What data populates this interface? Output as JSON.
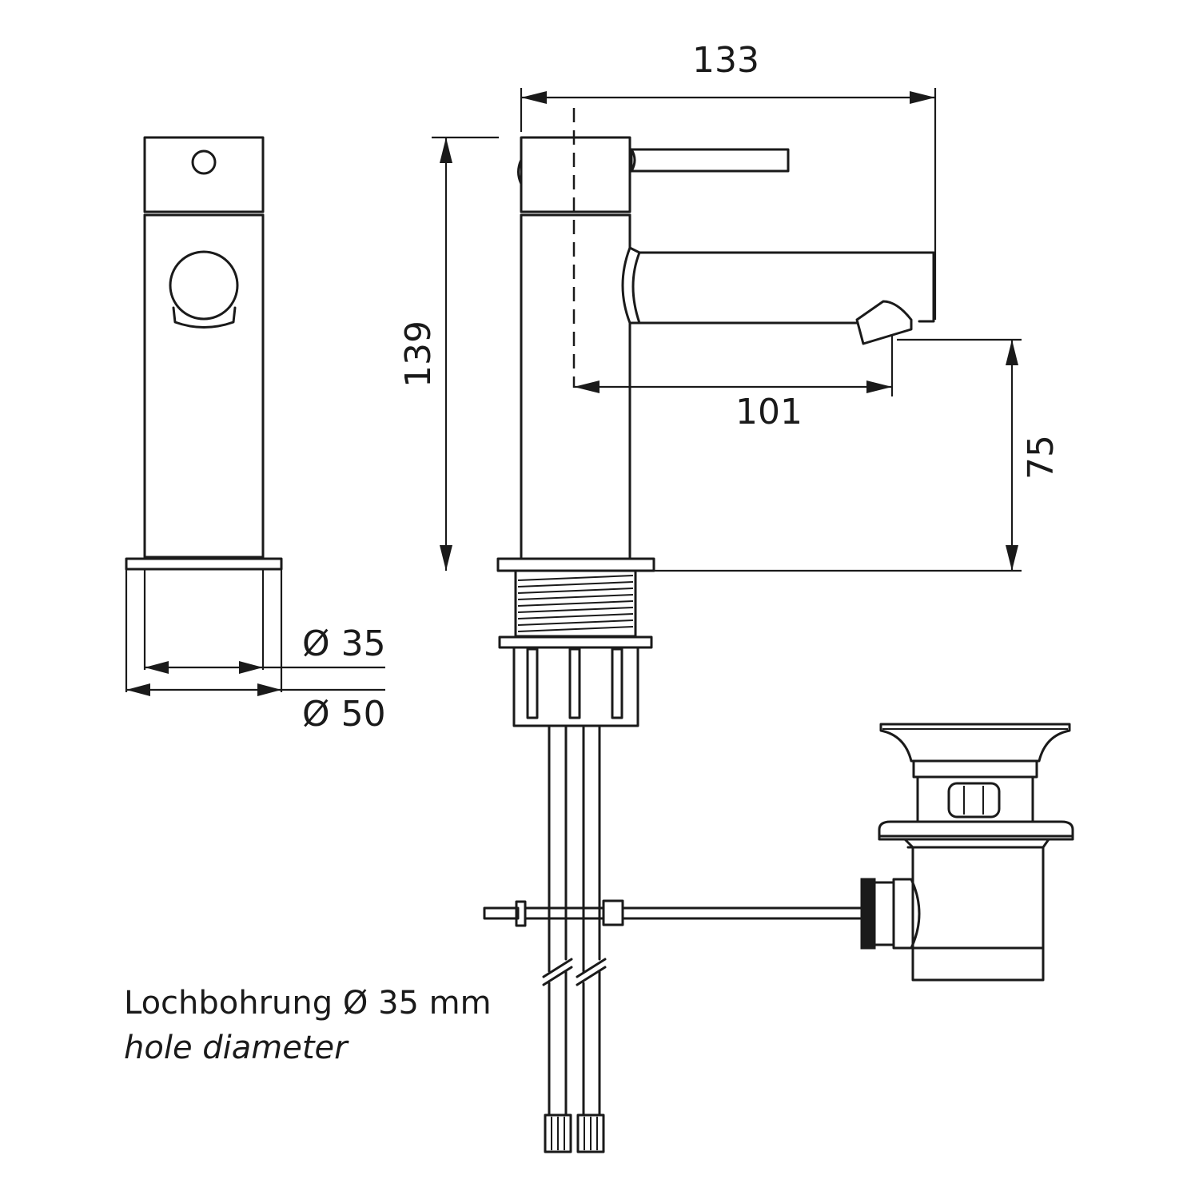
{
  "dimensions": {
    "total_length": "133",
    "total_height": "139",
    "spout_reach": "101",
    "spout_height": "75",
    "inner_diameter": "Ø 35",
    "base_diameter": "Ø 50"
  },
  "notes": {
    "hole_label_de": "Lochbohrung Ø 35 mm",
    "hole_label_en": "hole diameter"
  },
  "colors": {
    "line": "#1a1a1a",
    "background": "#ffffff"
  }
}
